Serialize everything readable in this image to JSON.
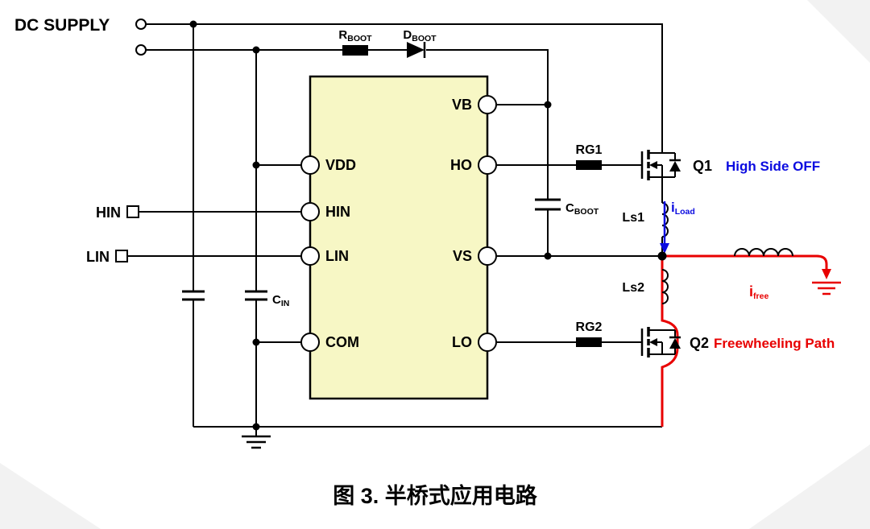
{
  "diagram": {
    "dc_supply": "DC SUPPLY",
    "hin_input": "HIN",
    "lin_input": "LIN",
    "caption": "图 3. 半桥式应用电路"
  },
  "ic": {
    "pins_left": [
      "VDD",
      "HIN",
      "LIN",
      "COM"
    ],
    "pins_right": [
      "VB",
      "HO",
      "VS",
      "LO"
    ]
  },
  "components": {
    "rboot": {
      "main": "R",
      "sub": "BOOT"
    },
    "dboot": {
      "main": "D",
      "sub": "BOOT"
    },
    "cboot": {
      "main": "C",
      "sub": "BOOT"
    },
    "cin": {
      "main": "C",
      "sub": "IN"
    },
    "rg1": "RG1",
    "rg2": "RG2",
    "ls1": "Ls1",
    "ls2": "Ls2",
    "q1": "Q1",
    "q2": "Q2"
  },
  "annotations": {
    "q1_state": "High Side OFF",
    "q2_state": "Freewheeling Path",
    "iload": {
      "main": "i",
      "sub": "Load"
    },
    "ifree": {
      "main": "i",
      "sub": "free"
    }
  },
  "colors": {
    "wire": "#000000",
    "blue": "#0b0be0",
    "red": "#e80000",
    "ic_fill": "#f7f7c5",
    "background": "#ffffff"
  }
}
